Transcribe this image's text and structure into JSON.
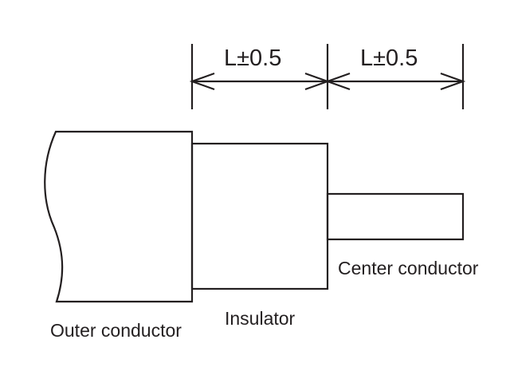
{
  "dimensions": {
    "left_label": "L±0.5",
    "right_label": "L±0.5"
  },
  "labels": {
    "outer_conductor": "Outer conductor",
    "insulator": "Insulator",
    "center_conductor": "Center conductor"
  },
  "colors": {
    "line": "#231f20",
    "background": "#ffffff"
  }
}
